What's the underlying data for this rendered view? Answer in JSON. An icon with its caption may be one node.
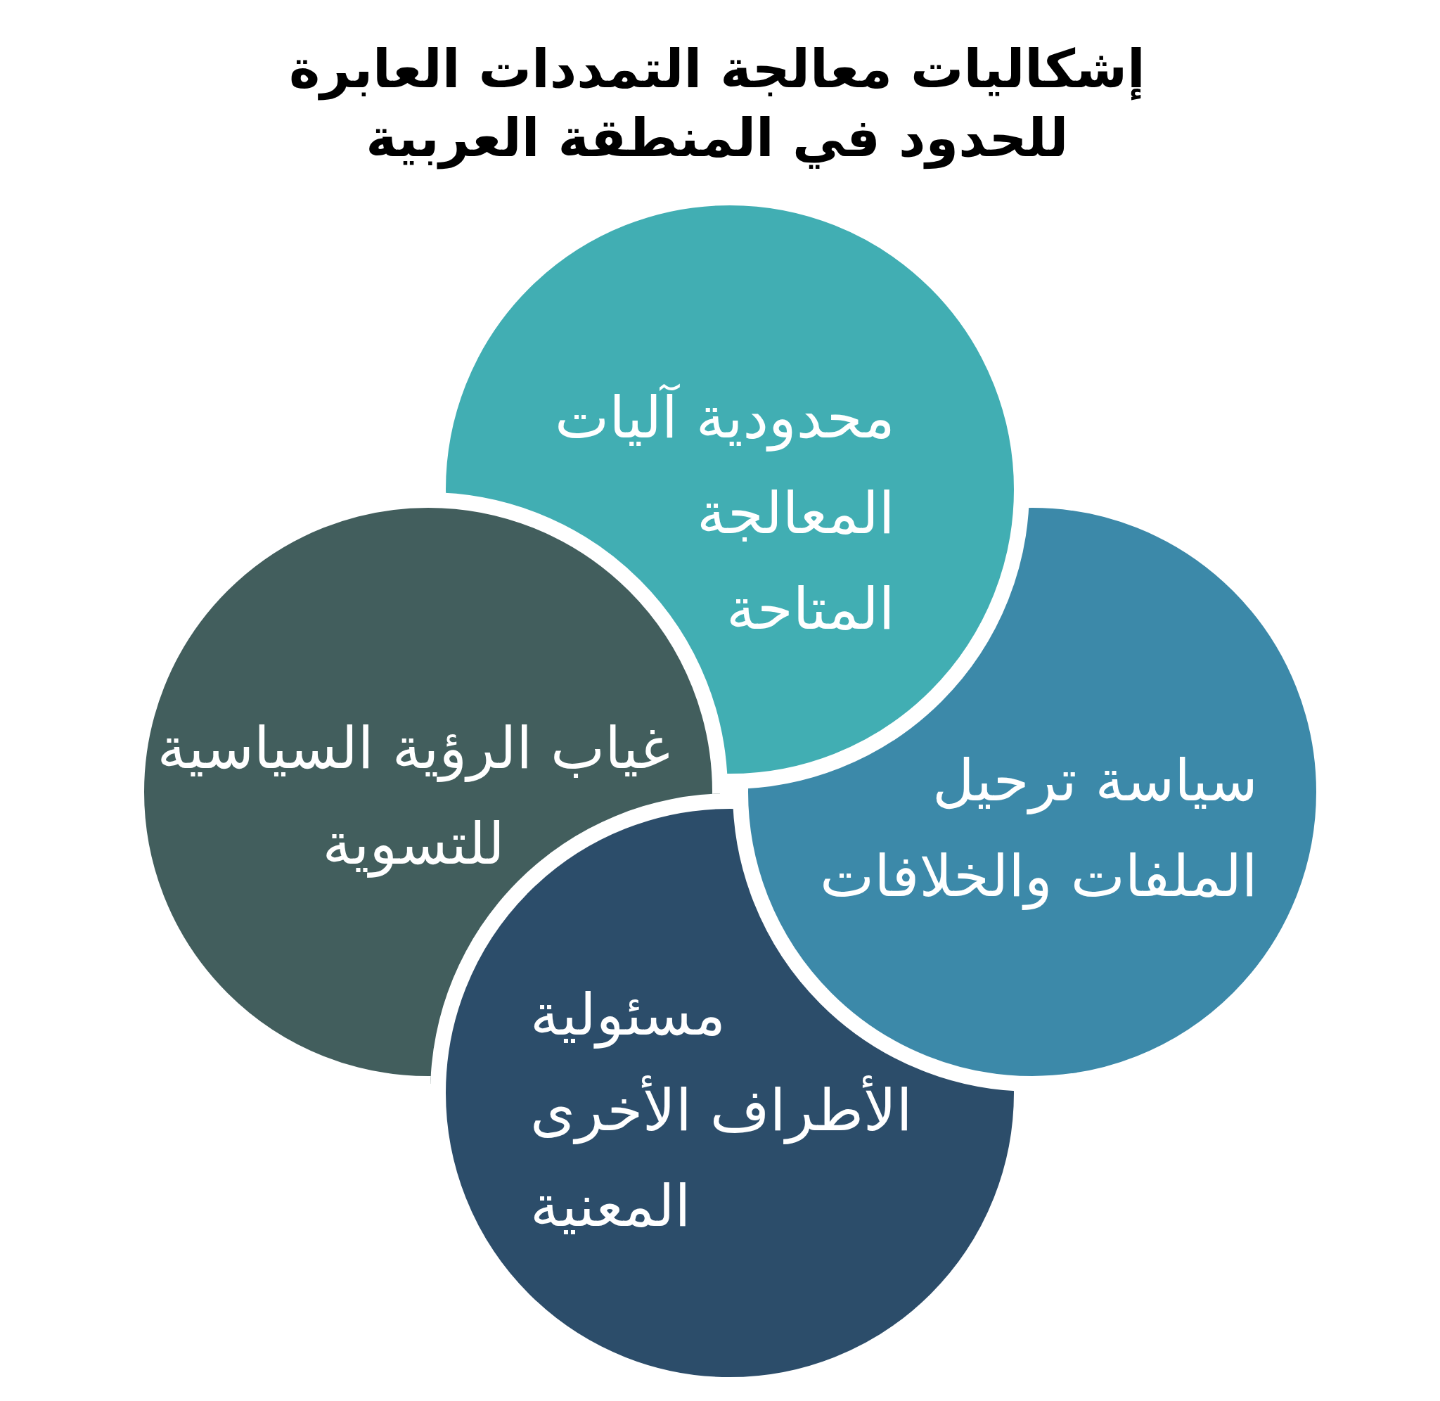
{
  "diagram": {
    "title": "إشكاليات معالجة التمددات العابرة للحدود في المنطقة العربية",
    "nodes": [
      {
        "text": [
          "محدودية آليات المعالجة المتاحة"
        ]
      },
      {
        "text": [
          "سياسة ترحيل الملفات والخلافات"
        ]
      },
      {
        "text": [
          "غياب الرؤية السياسية للتسوية"
        ]
      },
      {
        "text": [
          "مسئولية الأطراف الأخرى المعنية"
        ]
      }
    ]
  }
}
